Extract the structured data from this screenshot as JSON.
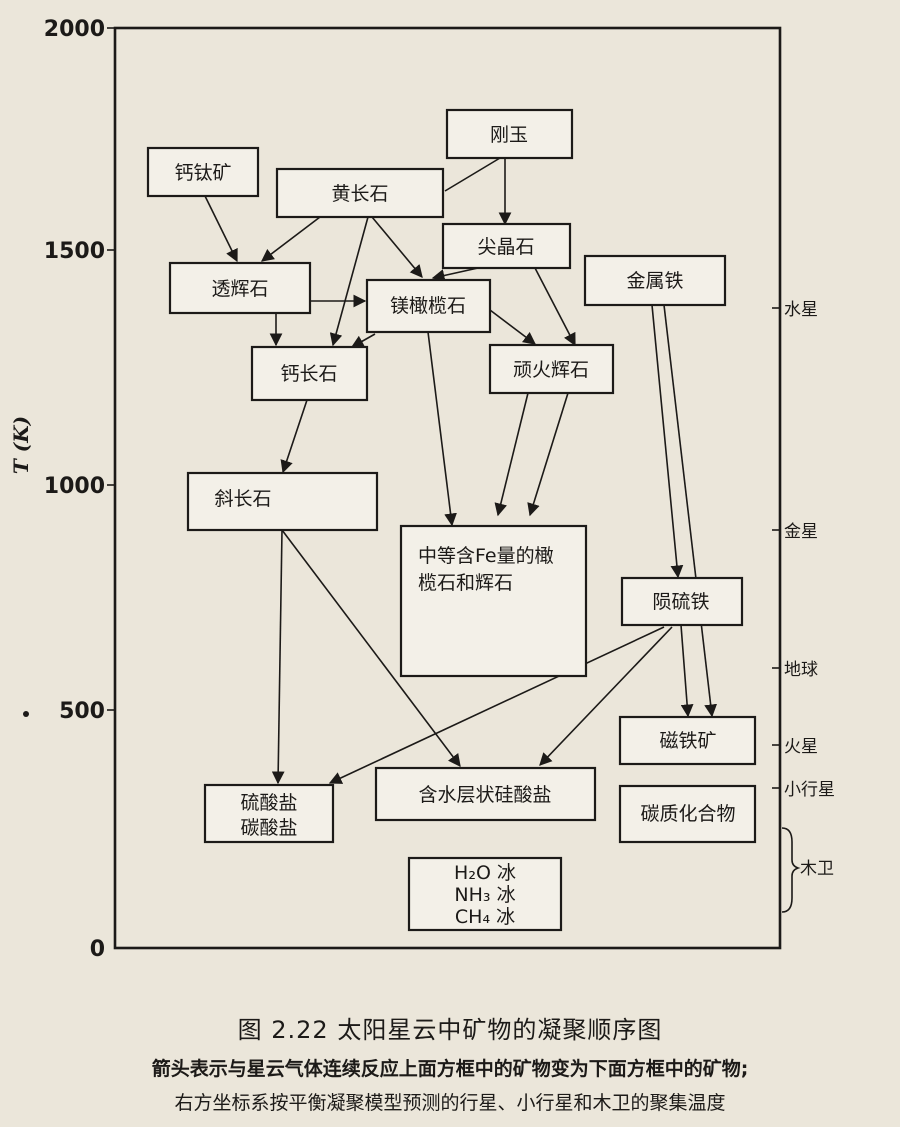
{
  "axis": {
    "label": "T (K)",
    "ticks": [
      "2000",
      "1500",
      "1000",
      "500",
      "0"
    ]
  },
  "minerals": {
    "perovskite": "钙钛矿",
    "corundum": "刚玉",
    "melilite": "黄长石",
    "spinel": "尖晶石",
    "diopside": "透辉石",
    "forsterite": "镁橄榄石",
    "metal_iron": "金属铁",
    "anorthite": "钙长石",
    "enstatite": "顽火辉石",
    "plagioclase": "斜长石",
    "fe_olivine_line1": "中等含Fe量的橄",
    "fe_olivine_line2": "榄石和辉石",
    "troilite": "陨硫铁",
    "magnetite": "磁铁矿",
    "sulfate_line1": "硫酸盐",
    "sulfate_line2": "碳酸盐",
    "hydrous_silicate": "含水层状硅酸盐",
    "carbonaceous": "碳质化合物",
    "ice_line1": "H₂O  冰",
    "ice_line2": "NH₃  冰",
    "ice_line3": "CH₄  冰"
  },
  "planets": {
    "mercury": "水星",
    "venus": "金星",
    "earth": "地球",
    "mars": "火星",
    "asteroids": "小行星",
    "jovian_moons": "木卫"
  },
  "caption": {
    "title": "图 2.22   太阳星云中矿物的凝聚顺序图",
    "line1": "箭头表示与星云气体连续反应上面方框中的矿物变为下面方框中的矿物;",
    "line2": "右方坐标系按平衡凝聚模型预测的行星、小行星和木卫的聚集温度"
  }
}
